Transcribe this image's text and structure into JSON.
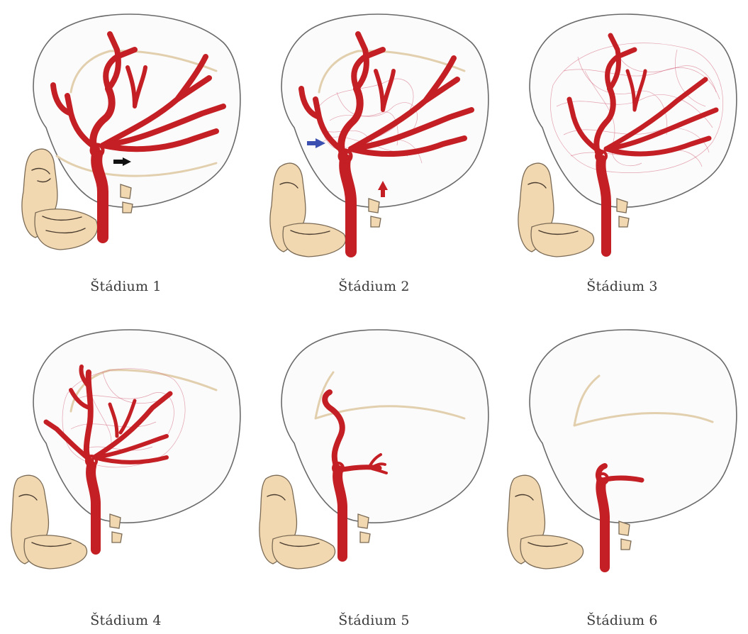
{
  "stages": [
    {
      "caption": "Štádium 1",
      "vessels": "full",
      "moyamoya": "none",
      "arrow": "black"
    },
    {
      "caption": "Štádium 2",
      "vessels": "full",
      "moyamoya": "central",
      "arrow": "blue-red"
    },
    {
      "caption": "Štádium 3",
      "vessels": "full",
      "moyamoya": "extensive",
      "arrow": "none"
    },
    {
      "caption": "Štádium 4",
      "vessels": "reduced",
      "moyamoya": "central",
      "arrow": "none"
    },
    {
      "caption": "Štádium 5",
      "vessels": "minimal",
      "moyamoya": "none",
      "arrow": "none"
    },
    {
      "caption": "Štádium 6",
      "vessels": "stub",
      "moyamoya": "none",
      "arrow": "none"
    }
  ],
  "colors": {
    "artery": "#c41f24",
    "moyamoya_network": "#d25a72",
    "bone": "#f2d8b0",
    "arrow_black": "#111111",
    "arrow_blue": "#3b4fb0",
    "arrow_red": "#c41f24"
  }
}
